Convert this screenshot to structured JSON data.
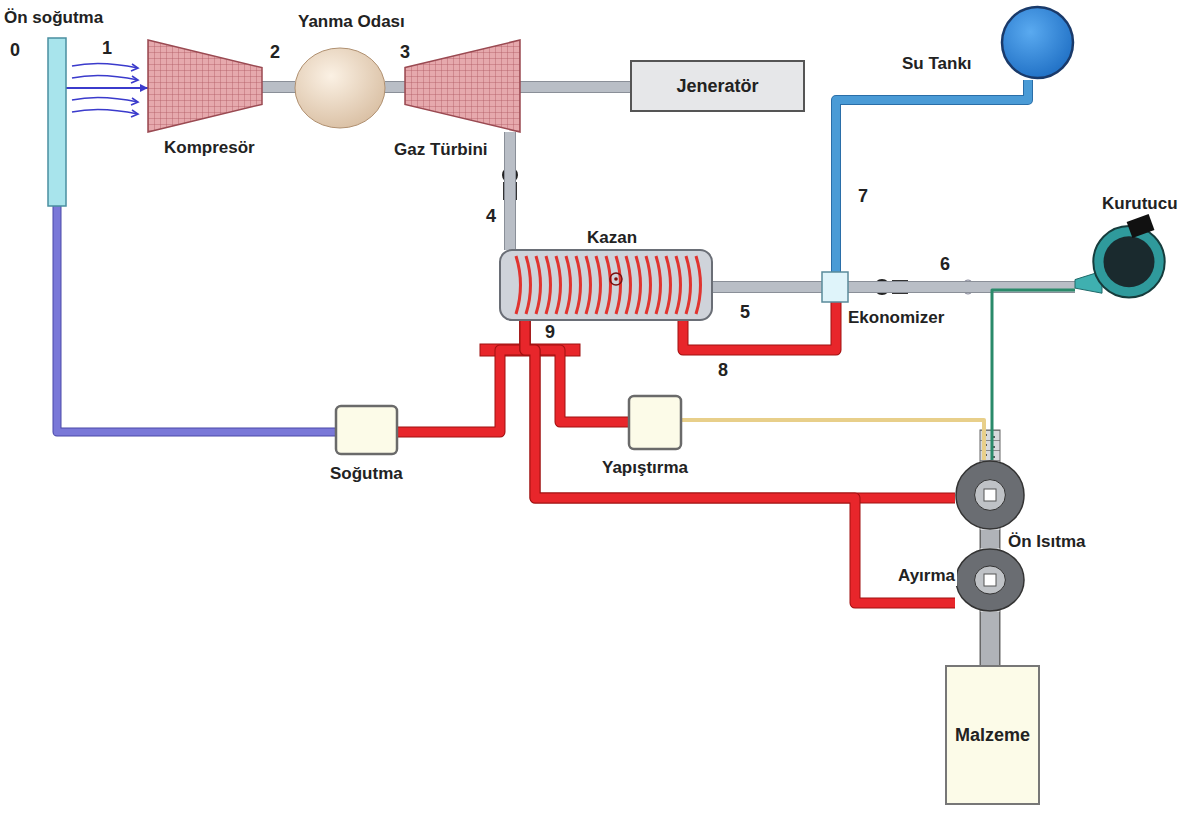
{
  "diagram": {
    "nodes": [
      {
        "text": [
          "Ön soğutma"
        ]
      },
      {
        "text": [
          "Kompresör"
        ]
      },
      {
        "text": [
          "Yanma Odası"
        ]
      },
      {
        "text": [
          "Gaz Türbini"
        ]
      },
      {
        "text": [
          "Jeneratör"
        ]
      },
      {
        "text": [
          "Su Tankı"
        ]
      },
      {
        "text": [
          "Kazan"
        ]
      },
      {
        "text": [
          "Kurutucu"
        ]
      },
      {
        "text": [
          "Ekonomizer"
        ]
      },
      {
        "text": [
          "Soğutma"
        ]
      },
      {
        "text": [
          "Yapıştırma"
        ]
      },
      {
        "text": [
          "Ön Isıtma"
        ]
      },
      {
        "text": [
          "Ayırma"
        ]
      },
      {
        "text": [
          "Malzeme"
        ]
      }
    ],
    "edges": [
      {
        "from": 0,
        "to": 1,
        "arrow": "to"
      },
      {
        "from": 1,
        "to": 2,
        "arrow": "none"
      },
      {
        "from": 2,
        "to": 3,
        "arrow": "none"
      },
      {
        "from": 3,
        "to": 4,
        "arrow": "none"
      },
      {
        "from": 3,
        "to": 6,
        "arrow": "none"
      },
      {
        "from": 6,
        "to": 8,
        "arrow": "none"
      },
      {
        "from": 8,
        "to": 7,
        "arrow": "none"
      },
      {
        "from": 5,
        "to": 8,
        "arrow": "none"
      },
      {
        "from": 8,
        "to": 6,
        "arrow": "none"
      },
      {
        "from": 6,
        "to": 9,
        "arrow": "none"
      },
      {
        "from": 6,
        "to": 10,
        "arrow": "none"
      },
      {
        "from": 6,
        "to": 11,
        "arrow": "none"
      },
      {
        "from": 6,
        "to": 12,
        "arrow": "none"
      },
      {
        "from": 9,
        "to": 0,
        "arrow": "none"
      },
      {
        "from": 10,
        "to": 11,
        "arrow": "none"
      },
      {
        "from": 7,
        "to": 11,
        "arrow": "none"
      },
      {
        "from": 11,
        "to": 12,
        "arrow": "none"
      },
      {
        "from": 12,
        "to": 13,
        "arrow": "none"
      }
    ],
    "labels": [
      "0",
      "1",
      "2",
      "3",
      "4",
      "5",
      "6",
      "7",
      "8",
      "9"
    ]
  }
}
